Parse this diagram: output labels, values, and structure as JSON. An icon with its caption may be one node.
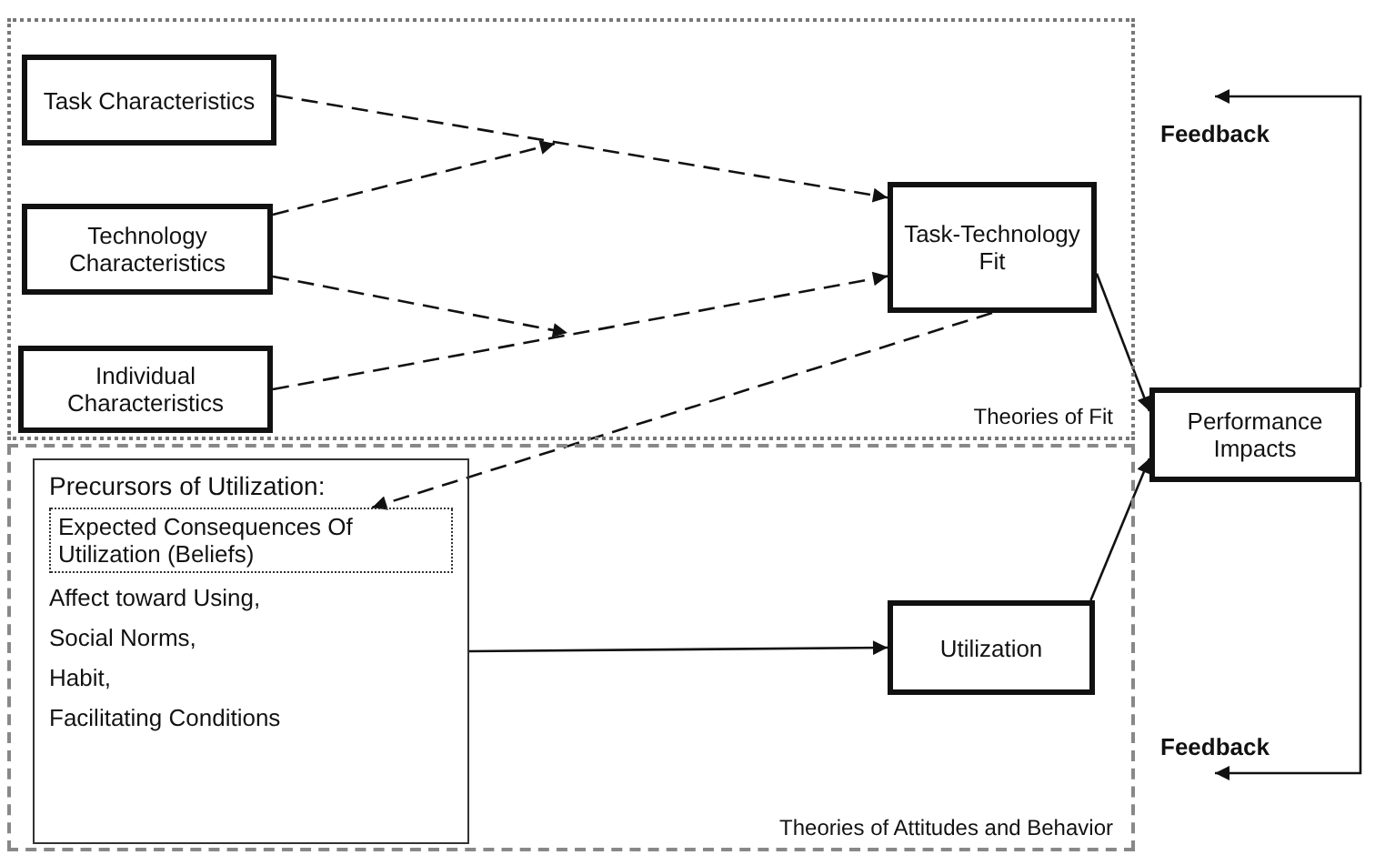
{
  "diagram": {
    "nodes": [
      {
        "text": [
          "Theories of Fit"
        ]
      },
      {
        "text": [
          "Task Characteristics"
        ],
        "in": 0
      },
      {
        "text": [
          "Technology Characteristics"
        ],
        "in": 0
      },
      {
        "text": [
          "Individual Characteristics"
        ],
        "in": 0
      },
      {
        "text": [
          "Task-Technology Fit"
        ],
        "in": 0
      },
      {
        "text": [
          "Theories of Attitudes and Behavior"
        ]
      },
      {
        "text": [
          "Precursors of Utilization:",
          "Affect toward Using,",
          "Social Norms,",
          "Habit,",
          "Facilitating Conditions"
        ],
        "in": 5
      },
      {
        "text": [
          "Expected Consequences Of Utilization (Beliefs)"
        ],
        "in": 6
      },
      {
        "text": [
          "Utilization"
        ],
        "in": 5
      },
      {
        "text": [
          "Performance Impacts"
        ]
      }
    ],
    "edges": [
      {
        "from": 1,
        "to": 4,
        "arrow": "to",
        "style": "dashed"
      },
      {
        "from": 2,
        "to": null,
        "arrow": "to",
        "style": "dashed"
      },
      {
        "from": 2,
        "to": null,
        "arrow": "to",
        "style": "dashed"
      },
      {
        "from": 3,
        "to": 4,
        "arrow": "to",
        "style": "dashed"
      },
      {
        "from": 4,
        "to": 7,
        "arrow": "to",
        "style": "dashed"
      },
      {
        "from": 6,
        "to": 8,
        "arrow": "to"
      },
      {
        "from": 4,
        "to": 9,
        "arrow": "to"
      },
      {
        "from": 8,
        "to": 9,
        "arrow": "to"
      },
      {
        "from": 9,
        "to": null,
        "arrow": "to",
        "label": "Feedback"
      },
      {
        "from": 9,
        "to": null,
        "arrow": "to",
        "label": "Feedback"
      }
    ]
  }
}
